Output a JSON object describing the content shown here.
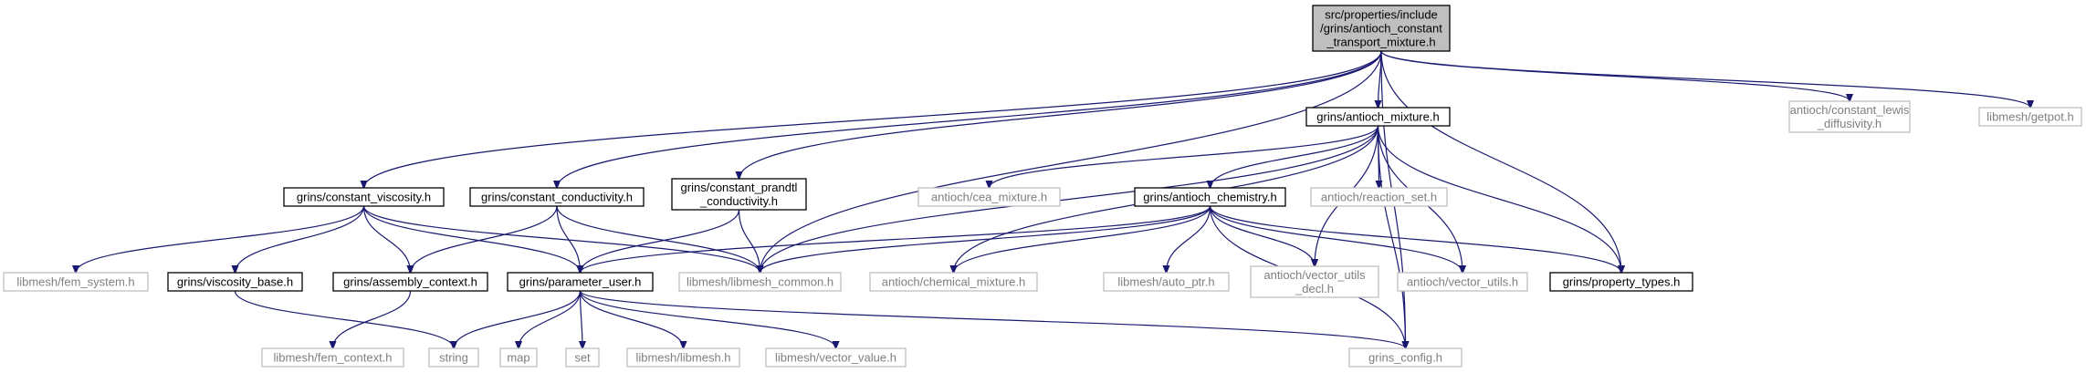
{
  "graph": {
    "nodes": [
      {
        "id": "root",
        "lines": [
          "src/properties/include",
          "/grins/antioch_constant",
          "_transport_mixture.h"
        ],
        "style": "root"
      },
      {
        "id": "antioch_mixture",
        "lines": [
          "grins/antioch_mixture.h"
        ],
        "style": "documented"
      },
      {
        "id": "antioch_lewis",
        "lines": [
          "antioch/constant_lewis",
          "_diffusivity.h"
        ],
        "style": "external"
      },
      {
        "id": "getpot",
        "lines": [
          "libmesh/getpot.h"
        ],
        "style": "external"
      },
      {
        "id": "constant_prandtl",
        "lines": [
          "grins/constant_prandtl",
          "_conductivity.h"
        ],
        "style": "documented"
      },
      {
        "id": "constant_viscosity",
        "lines": [
          "grins/constant_viscosity.h"
        ],
        "style": "documented"
      },
      {
        "id": "constant_conductivity",
        "lines": [
          "grins/constant_conductivity.h"
        ],
        "style": "documented"
      },
      {
        "id": "cea_mixture",
        "lines": [
          "antioch/cea_mixture.h"
        ],
        "style": "external"
      },
      {
        "id": "antioch_chemistry",
        "lines": [
          "grins/antioch_chemistry.h"
        ],
        "style": "documented"
      },
      {
        "id": "reaction_set",
        "lines": [
          "antioch/reaction_set.h"
        ],
        "style": "external"
      },
      {
        "id": "fem_system",
        "lines": [
          "libmesh/fem_system.h"
        ],
        "style": "external"
      },
      {
        "id": "viscosity_base",
        "lines": [
          "grins/viscosity_base.h"
        ],
        "style": "documented"
      },
      {
        "id": "assembly_context",
        "lines": [
          "grins/assembly_context.h"
        ],
        "style": "documented"
      },
      {
        "id": "parameter_user",
        "lines": [
          "grins/parameter_user.h"
        ],
        "style": "documented"
      },
      {
        "id": "libmesh_common",
        "lines": [
          "libmesh/libmesh_common.h"
        ],
        "style": "external"
      },
      {
        "id": "chemical_mixture",
        "lines": [
          "antioch/chemical_mixture.h"
        ],
        "style": "external"
      },
      {
        "id": "auto_ptr",
        "lines": [
          "libmesh/auto_ptr.h"
        ],
        "style": "external"
      },
      {
        "id": "vector_utils_decl",
        "lines": [
          "antioch/vector_utils",
          "_decl.h"
        ],
        "style": "external"
      },
      {
        "id": "vector_utils",
        "lines": [
          "antioch/vector_utils.h"
        ],
        "style": "external"
      },
      {
        "id": "property_types",
        "lines": [
          "grins/property_types.h"
        ],
        "style": "documented"
      },
      {
        "id": "fem_context",
        "lines": [
          "libmesh/fem_context.h"
        ],
        "style": "external"
      },
      {
        "id": "string",
        "lines": [
          "string"
        ],
        "style": "external"
      },
      {
        "id": "map",
        "lines": [
          "map"
        ],
        "style": "external"
      },
      {
        "id": "set",
        "lines": [
          "set"
        ],
        "style": "external"
      },
      {
        "id": "libmesh_h",
        "lines": [
          "libmesh/libmesh.h"
        ],
        "style": "external"
      },
      {
        "id": "vector_value",
        "lines": [
          "libmesh/vector_value.h"
        ],
        "style": "external"
      },
      {
        "id": "grins_config",
        "lines": [
          "grins_config.h"
        ],
        "style": "external"
      }
    ],
    "edges": [
      [
        "root",
        "antioch_mixture"
      ],
      [
        "root",
        "antioch_lewis"
      ],
      [
        "root",
        "getpot"
      ],
      [
        "root",
        "constant_prandtl"
      ],
      [
        "root",
        "constant_viscosity"
      ],
      [
        "root",
        "constant_conductivity"
      ],
      [
        "root",
        "libmesh_common"
      ],
      [
        "root",
        "property_types"
      ],
      [
        "root",
        "grins_config"
      ],
      [
        "antioch_mixture",
        "cea_mixture"
      ],
      [
        "antioch_mixture",
        "antioch_chemistry"
      ],
      [
        "antioch_mixture",
        "reaction_set"
      ],
      [
        "antioch_mixture",
        "libmesh_common"
      ],
      [
        "antioch_mixture",
        "chemical_mixture"
      ],
      [
        "antioch_mixture",
        "vector_utils_decl"
      ],
      [
        "antioch_mixture",
        "vector_utils"
      ],
      [
        "antioch_mixture",
        "property_types"
      ],
      [
        "antioch_mixture",
        "grins_config"
      ],
      [
        "constant_viscosity",
        "fem_system"
      ],
      [
        "constant_viscosity",
        "viscosity_base"
      ],
      [
        "constant_viscosity",
        "assembly_context"
      ],
      [
        "constant_viscosity",
        "parameter_user"
      ],
      [
        "constant_viscosity",
        "libmesh_common"
      ],
      [
        "constant_conductivity",
        "assembly_context"
      ],
      [
        "constant_conductivity",
        "parameter_user"
      ],
      [
        "constant_conductivity",
        "libmesh_common"
      ],
      [
        "constant_prandtl",
        "parameter_user"
      ],
      [
        "constant_prandtl",
        "libmesh_common"
      ],
      [
        "antioch_chemistry",
        "parameter_user"
      ],
      [
        "antioch_chemistry",
        "libmesh_common"
      ],
      [
        "antioch_chemistry",
        "chemical_mixture"
      ],
      [
        "antioch_chemistry",
        "auto_ptr"
      ],
      [
        "antioch_chemistry",
        "vector_utils_decl"
      ],
      [
        "antioch_chemistry",
        "vector_utils"
      ],
      [
        "antioch_chemistry",
        "property_types"
      ],
      [
        "antioch_chemistry",
        "grins_config"
      ],
      [
        "viscosity_base",
        "string"
      ],
      [
        "assembly_context",
        "fem_context"
      ],
      [
        "parameter_user",
        "string"
      ],
      [
        "parameter_user",
        "map"
      ],
      [
        "parameter_user",
        "set"
      ],
      [
        "parameter_user",
        "libmesh_h"
      ],
      [
        "parameter_user",
        "vector_value"
      ],
      [
        "parameter_user",
        "grins_config"
      ]
    ]
  },
  "colors": {
    "edge": "#191970",
    "root_fill": "#bfbfbf",
    "root_border": "#000000",
    "documented_border": "#000000",
    "external_border": "#bfbfbf",
    "external_text": "#7f7f7f",
    "text": "#000000",
    "background": "#ffffff"
  }
}
